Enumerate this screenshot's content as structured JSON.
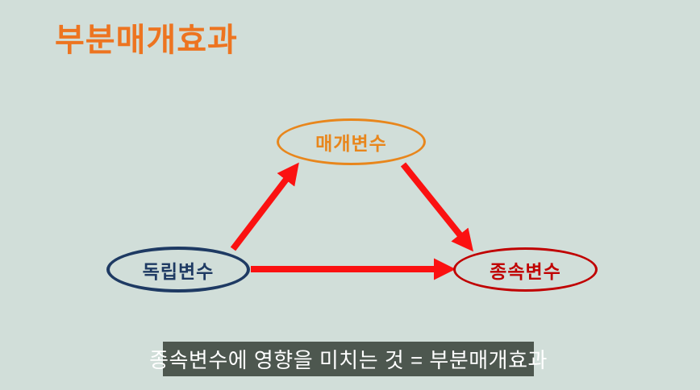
{
  "page": {
    "background_color": "#d1ded9"
  },
  "title": {
    "text": "부분매개효과",
    "color": "#ed7420"
  },
  "diagram": {
    "nodes": [
      {
        "id": "mediator",
        "label": "매개변수",
        "color": "#e8861c"
      },
      {
        "id": "independent",
        "label": "독립변수",
        "color": "#1e3a63"
      },
      {
        "id": "dependent",
        "label": "종속변수",
        "color": "#c00000"
      }
    ],
    "edges": [
      {
        "from": "independent",
        "to": "mediator"
      },
      {
        "from": "mediator",
        "to": "dependent"
      },
      {
        "from": "independent",
        "to": "dependent"
      }
    ],
    "arrow_color": "#fb1111"
  },
  "caption": {
    "text": "종속변수에 영향을 미치는 것 = 부분매개효과",
    "background_color": "#4d574f",
    "text_color": "#ffffff"
  }
}
